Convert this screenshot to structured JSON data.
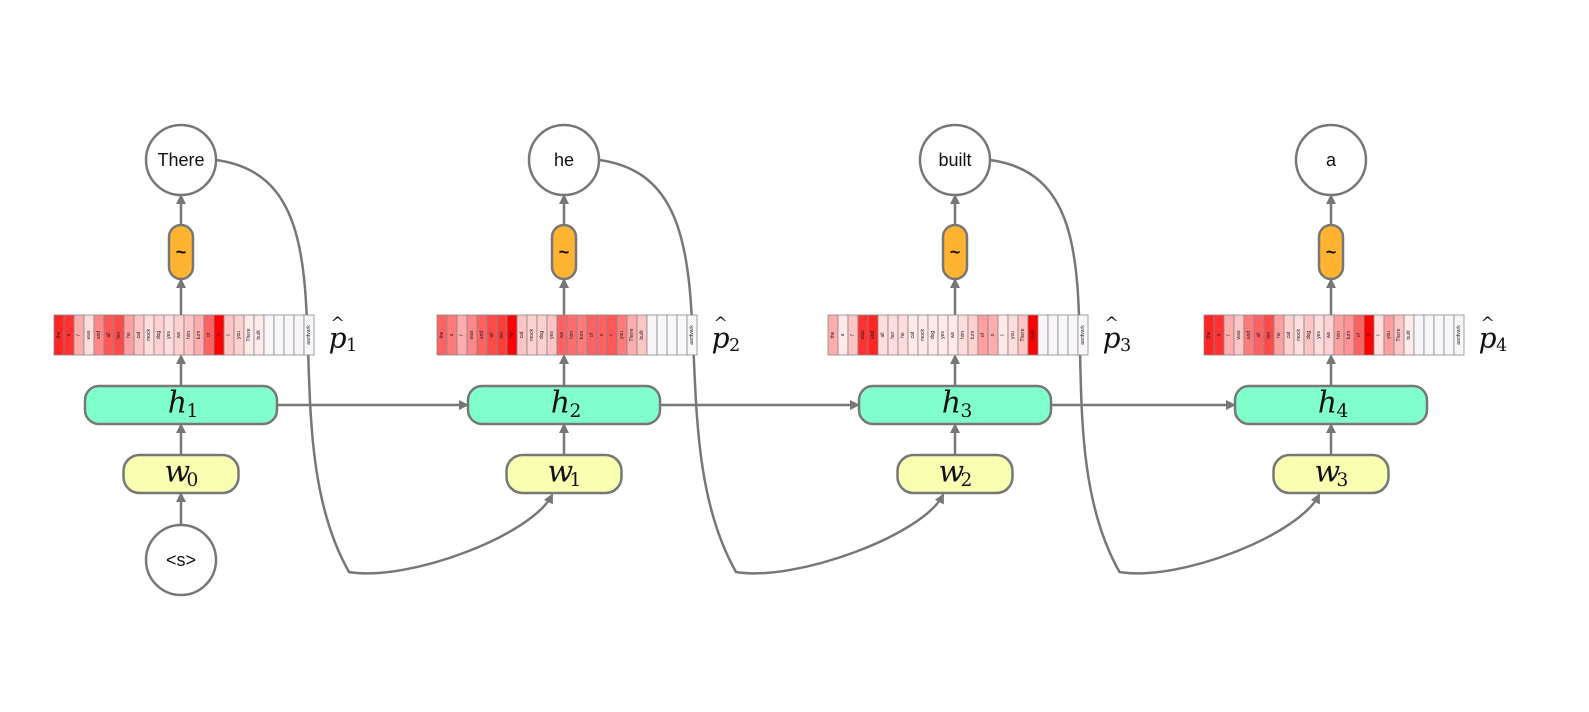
{
  "diagram": {
    "start_token": "<s>",
    "sample_symbol": "~",
    "vocab": [
      "the",
      "a",
      "i'",
      "was",
      "and",
      "all",
      "her",
      "he",
      "cat",
      "mock",
      "dog",
      "yes",
      "we",
      "him",
      "turn",
      "of",
      "o",
      "I",
      "you",
      "There",
      "built"
    ],
    "vocab_last": "aardvark",
    "colors": {
      "hidden_fill": "#80ffcc",
      "input_fill": "#f8ffb0",
      "sample_fill": "#ffb330",
      "stroke": "#777777",
      "prob_high": "#ff0000"
    },
    "steps": [
      {
        "output_word": "There",
        "hidden": {
          "letter": "h",
          "sub": "1"
        },
        "input": {
          "letter": "w",
          "sub": "0"
        },
        "prob": {
          "letter": "p",
          "sub": "1"
        },
        "weights": [
          0.85,
          0.8,
          0.3,
          0.1,
          0.45,
          0.65,
          0.7,
          0.35,
          0.2,
          0.1,
          0.15,
          0.1,
          0.15,
          0.2,
          0.3,
          0.6,
          1.0,
          0.2,
          0.15,
          0.05,
          0.05
        ]
      },
      {
        "output_word": "he",
        "hidden": {
          "letter": "h",
          "sub": "2"
        },
        "input": {
          "letter": "w",
          "sub": "1"
        },
        "prob": {
          "letter": "p",
          "sub": "2"
        },
        "weights": [
          0.6,
          0.5,
          0.3,
          0.45,
          0.6,
          0.7,
          0.75,
          1.0,
          0.2,
          0.15,
          0.15,
          0.2,
          0.6,
          0.55,
          0.5,
          0.6,
          0.6,
          0.65,
          0.5,
          0.3,
          0.2
        ]
      },
      {
        "output_word": "built",
        "hidden": {
          "letter": "h",
          "sub": "3"
        },
        "input": {
          "letter": "w",
          "sub": "2"
        },
        "prob": {
          "letter": "p",
          "sub": "3"
        },
        "weights": [
          0.3,
          0.05,
          0.2,
          0.8,
          0.85,
          0.1,
          0.1,
          0.1,
          0.05,
          0.05,
          0.05,
          0.05,
          0.05,
          0.1,
          0.15,
          0.35,
          0.3,
          0.05,
          0.1,
          0.2,
          1.0
        ]
      },
      {
        "output_word": "a",
        "hidden": {
          "letter": "h",
          "sub": "4"
        },
        "input": {
          "letter": "w",
          "sub": "3"
        },
        "prob": {
          "letter": "p",
          "sub": "4"
        },
        "weights": [
          0.85,
          0.8,
          0.3,
          0.2,
          0.5,
          0.6,
          0.7,
          0.35,
          0.15,
          0.1,
          0.2,
          0.1,
          0.15,
          0.35,
          0.4,
          0.6,
          1.0,
          0.1,
          0.35,
          0.2,
          0.05
        ]
      }
    ]
  }
}
